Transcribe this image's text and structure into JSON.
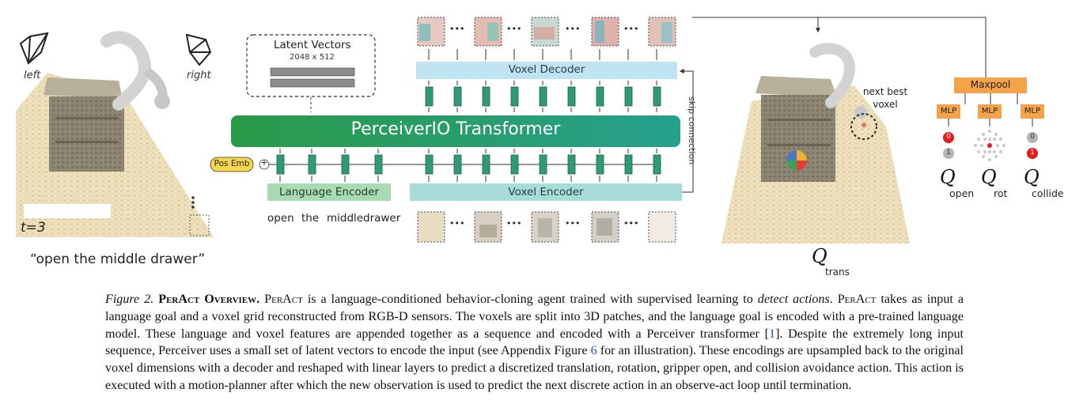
{
  "figure": {
    "left_panel": {
      "camera_left": "left",
      "camera_right": "right",
      "timestep": "t=3",
      "instruction": "“open the middle drawer”"
    },
    "latent": {
      "title": "Latent Vectors",
      "dims": "2048 x 512"
    },
    "transformer_label": "PerceiverIO Transformer",
    "voxel_decoder_label": "Voxel Decoder",
    "voxel_encoder_label": "Voxel Encoder",
    "language_encoder_label": "Language Encoder",
    "pos_emb_label": "Pos Emb",
    "plus_symbol": "+",
    "skip_connection_label": "skip connection",
    "ellipsis": "•••",
    "language_tokens": [
      "open",
      "the",
      "middle",
      "drawer"
    ],
    "right_panel": {
      "next_best_voxel": "next best voxel",
      "q_symbol": "Q",
      "trans_label": "trans"
    },
    "heads": {
      "maxpool_label": "Maxpool",
      "mlp_label": "MLP",
      "open_values": [
        "0",
        "1"
      ],
      "collide_values": [
        "0",
        "1"
      ],
      "q_symbol": "Q",
      "labels": [
        "open",
        "rot",
        "collide"
      ]
    },
    "colors": {
      "transformer_green": "#2e9a5a",
      "voxel_decoder_blue": "#bfe3f0",
      "voxel_encoder_teal": "#a8dcd8",
      "language_encoder_green": "#a9dbb2",
      "pos_emb_yellow": "#f7d64a",
      "maxpool_orange": "#f5a34a",
      "token_green": "#2f9a76",
      "selected_red": "#e81a1a"
    }
  },
  "caption": {
    "fig_label": "Figure 2.",
    "title": "PerAct Overview.",
    "p1a": " PerAct",
    "p1b": " is a language-conditioned behavior-cloning agent trained with supervised learning to ",
    "p1c": "detect actions",
    "p1d": ". ",
    "p2a": "PerAct",
    "p2b": " takes as input a language goal and a voxel grid reconstructed from RGB-D sensors. The voxels are split into 3D patches, and the language goal is encoded with a pre-trained language model. These language and voxel features are appended together as a sequence and encoded with a Perceiver transformer [",
    "ref1": "1",
    "p2c": "]. Despite the extremely long input sequence, Perceiver uses a small set of latent vectors to encode the input (see Appendix Figure ",
    "ref2": "6",
    "p2d": " for an illustration). These encodings are upsampled back to the original voxel dimensions with a decoder and reshaped with linear layers to predict a discretized translation, rotation, gripper open, and collision avoidance action. This action is executed with a motion-planner after which the new observation is used to predict the next discrete action in an observe-act loop until termination."
  }
}
